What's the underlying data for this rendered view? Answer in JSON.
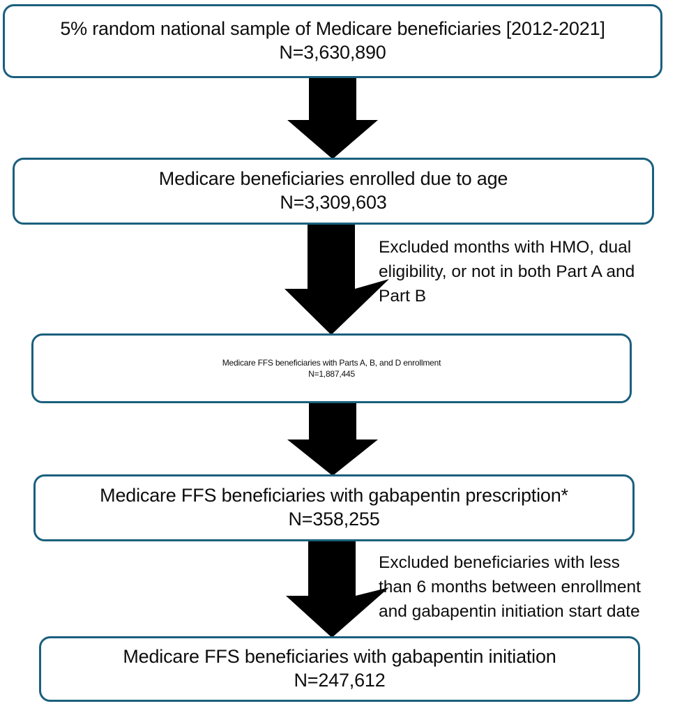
{
  "diagram": {
    "title": "Study cohort selection flow diagram",
    "type": "flowchart",
    "accent_color": "#1b5f7d",
    "arrow_color": "#000000",
    "background_color": "#ffffff",
    "text_color": "#0d0d0d"
  },
  "nodes": [
    {
      "id": "node-1",
      "name": "sample-box",
      "label": "5% random national sample of Medicare beneficiaries [2012-2021]",
      "count": "N=3,630,890"
    },
    {
      "id": "node-2",
      "name": "age-enrolled-box",
      "label": "Medicare beneficiaries enrolled due to age",
      "count": "N=3,309,603"
    },
    {
      "id": "node-3",
      "name": "parts-abd-box",
      "label": "Medicare FFS beneficiaries with Parts A, B, and D enrollment",
      "count": "N=1,887,445"
    },
    {
      "id": "node-4",
      "name": "gabapentin-prescription-box",
      "label": "Medicare FFS beneficiaries with gabapentin prescription*",
      "count": "N=358,255"
    },
    {
      "id": "node-5",
      "name": "gabapentin-initiation-box",
      "label": "Medicare FFS beneficiaries with gabapentin initiation",
      "count": "N=247,612"
    }
  ],
  "exclusions": [
    {
      "id": "exclusion-1",
      "name": "exclusion-note-hmo-dual",
      "lines": [
        "Excluded months with HMO, dual",
        "eligibility, or not in both Part A and",
        "Part B"
      ]
    },
    {
      "id": "exclusion-2",
      "name": "exclusion-note-six-months",
      "lines": [
        "Excluded beneficiaries with less",
        "than 6 months between enrollment",
        "and gabapentin initiation start date"
      ]
    }
  ],
  "arrows": [
    {
      "id": "arrow-1",
      "name": "arrow-sample-to-age",
      "direction": "down"
    },
    {
      "id": "arrow-2",
      "name": "arrow-age-to-parts",
      "direction": "down"
    },
    {
      "id": "arrow-3",
      "name": "arrow-parts-to-prescription",
      "direction": "down"
    },
    {
      "id": "arrow-4",
      "name": "arrow-prescription-to-initiation",
      "direction": "down"
    }
  ]
}
